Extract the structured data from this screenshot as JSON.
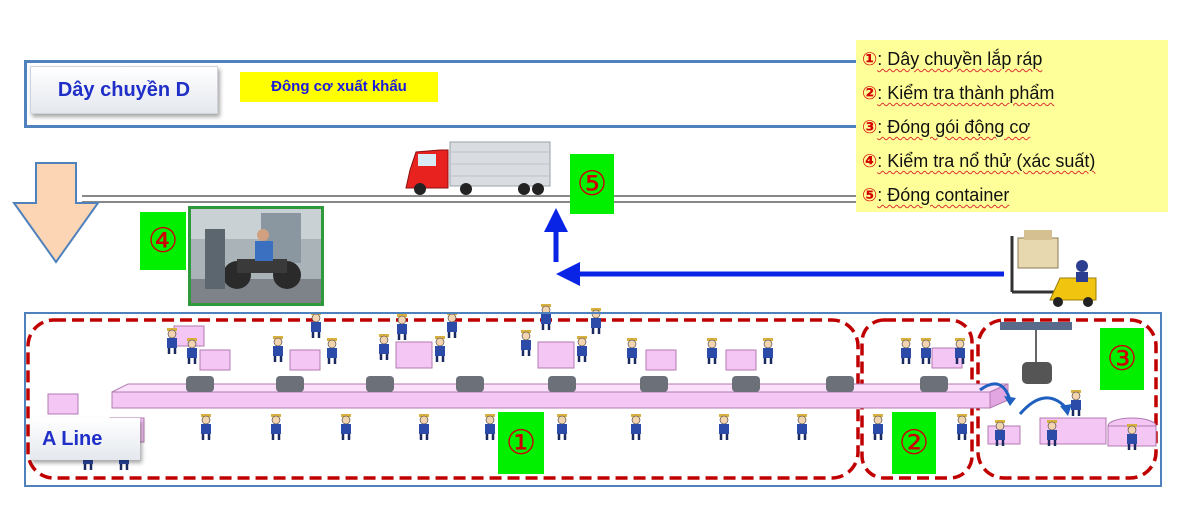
{
  "top_line": {
    "label": "Dây chuyền D",
    "export_label": "Đông cơ xuất khẩu"
  },
  "legend": [
    {
      "num": "①",
      "text": ": Dây chuyền lắp ráp"
    },
    {
      "num": "②",
      "text": ": Kiểm tra thành phẩm"
    },
    {
      "num": "③",
      "text": ": Đóng gói động cơ"
    },
    {
      "num": "④",
      "text": ": Kiểm tra nổ thử (xác suất)"
    },
    {
      "num": "⑤",
      "text": ": Đóng container"
    }
  ],
  "markers": {
    "m1": "①",
    "m2": "②",
    "m3": "③",
    "m4": "④",
    "m5": "⑤"
  },
  "bottom_line": {
    "label": "A Line"
  },
  "colors": {
    "frame_blue": "#4f81bd",
    "zone_red": "#c00000",
    "marker_green": "#00f000",
    "conveyor_pink": "#f4c6f4",
    "arrow_blue": "#0a24e6",
    "down_arrow": "#fcd5b4",
    "legend_bg": "#ffff99"
  }
}
